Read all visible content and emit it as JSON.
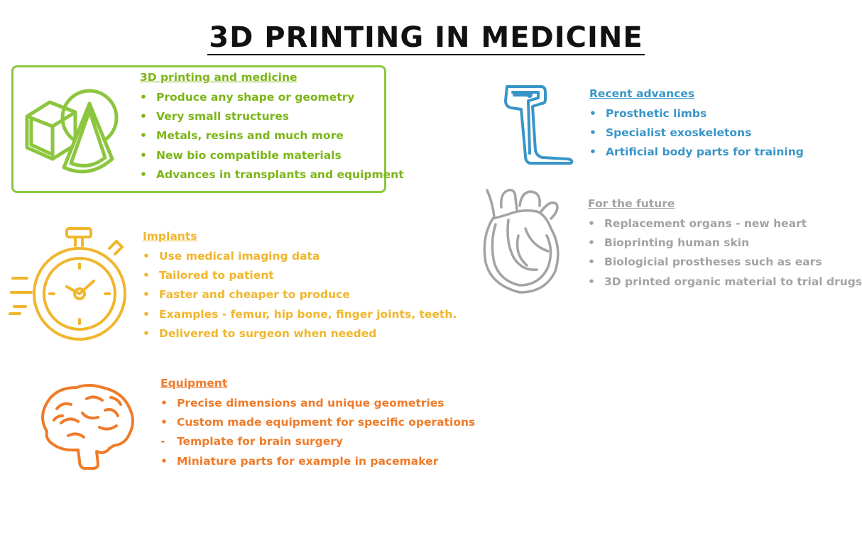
{
  "title": "3D PRINTING IN MEDICINE",
  "colors": {
    "green": "#7cb518",
    "blue": "#3a95c7",
    "grey": "#a3a3a3",
    "yellow": "#f0b62c",
    "orange": "#ef7b2a"
  },
  "sections": {
    "printing": {
      "icon": "shapes-icon",
      "title": "3D printing and medicine",
      "items": [
        {
          "bullet": "•",
          "text": "Produce any shape or geometry"
        },
        {
          "bullet": "•",
          "text": "Very small structures"
        },
        {
          "bullet": "•",
          "text": "Metals, resins and much more"
        },
        {
          "bullet": "•",
          "text": "New bio compatible materials"
        },
        {
          "bullet": "•",
          "text": "Advances in transplants and equipment"
        }
      ]
    },
    "advances": {
      "icon": "prosthetic-leg-icon",
      "title": "Recent advances",
      "items": [
        {
          "bullet": "•",
          "text": "Prosthetic limbs"
        },
        {
          "bullet": "•",
          "text": "Specialist exoskeletons"
        },
        {
          "bullet": "•",
          "text": "Artificial body parts for training"
        }
      ]
    },
    "future": {
      "icon": "heart-icon",
      "title": "For the future",
      "items": [
        {
          "bullet": "•",
          "text": "Replacement organs - new heart"
        },
        {
          "bullet": "•",
          "text": "Bioprinting human skin"
        },
        {
          "bullet": "•",
          "text": "Biologicial prostheses such as ears"
        },
        {
          "bullet": "•",
          "text": "3D printed organic material to trial drugs"
        }
      ]
    },
    "implants": {
      "icon": "stopwatch-icon",
      "title": "Implants",
      "items": [
        {
          "bullet": "•",
          "text": "Use medical imaging data"
        },
        {
          "bullet": "•",
          "text": "Tailored to patient"
        },
        {
          "bullet": "•",
          "text": "Faster and cheaper to produce"
        },
        {
          "bullet": "•",
          "text": "Examples - femur, hip bone, finger joints, teeth."
        },
        {
          "bullet": "•",
          "text": "Delivered to surgeon when needed"
        }
      ]
    },
    "equipment": {
      "icon": "brain-icon",
      "title": "Equipment",
      "items": [
        {
          "bullet": "•",
          "text": "Precise dimensions and unique geometries"
        },
        {
          "bullet": "•",
          "text": "Custom made equipment for specific operations"
        },
        {
          "bullet": "-",
          "text": "Template for brain surgery"
        },
        {
          "bullet": "•",
          "text": "Miniature parts for example in pacemaker"
        }
      ]
    }
  }
}
